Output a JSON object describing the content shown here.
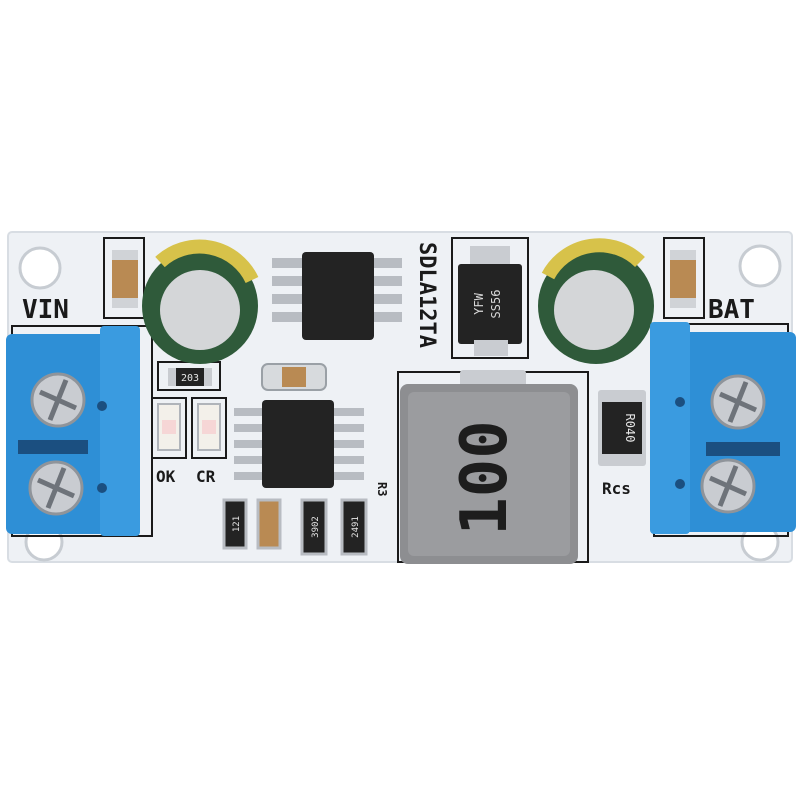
{
  "colors": {
    "background": "#ffffff",
    "board": "#eef1f5",
    "terminal_block": "#2e8fd6",
    "screw": "#c9ccd1",
    "inductor": "#8d8e91",
    "capacitor_body": "#2f5a3a",
    "capacitor_stripe": "#d7c24a",
    "ic": "#232323",
    "pin": "#b8bcc2",
    "silkscreen": "#1a1a1a",
    "smd_cap": "#b98a53",
    "led": "#f3f0ea"
  },
  "labels": {
    "vin": "VIN",
    "bat": "BAT",
    "ok": "OK",
    "cr": "CR",
    "rcs": "Rcs",
    "r3": "R3",
    "model": "SDLA12TA"
  },
  "markings": {
    "inductor": "100",
    "diode_line1": "YFW",
    "diode_line2": "SS56",
    "resistor_rcs": "R040",
    "resistor_203": "203",
    "resistor_121": "121",
    "resistor_3902": "3902",
    "resistor_2491": "2491"
  },
  "icons": {
    "screw_left_top": "screw-icon",
    "screw_left_bottom": "screw-icon",
    "screw_right_top": "screw-icon",
    "screw_right_bottom": "screw-icon",
    "mount_hole": "mounting-hole-icon"
  }
}
